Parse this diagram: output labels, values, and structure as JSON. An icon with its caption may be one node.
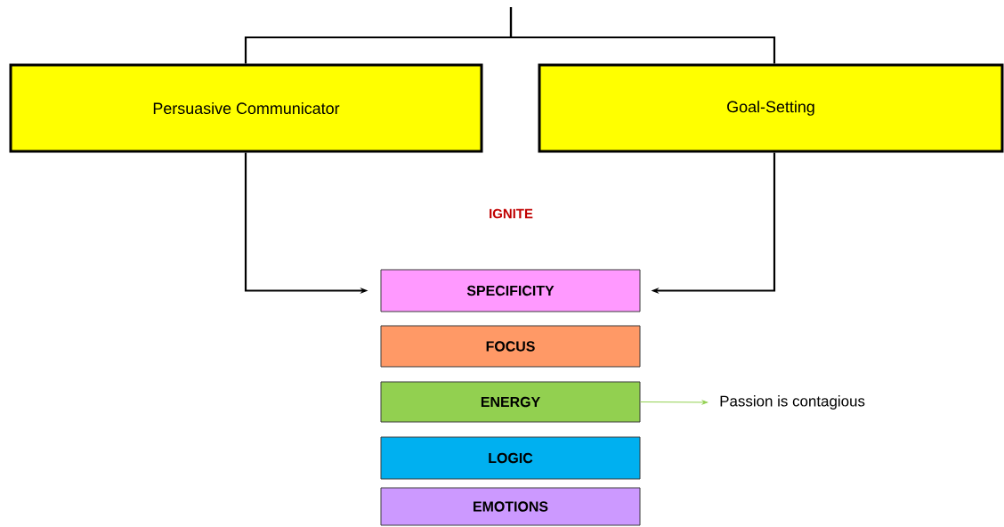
{
  "diagram": {
    "nodes": [
      {
        "text": [
          "Persuasive Communicator"
        ]
      },
      {
        "text": [
          "Goal-Setting"
        ]
      },
      {
        "text": [
          "SPECIFICITY"
        ]
      },
      {
        "text": [
          "FOCUS"
        ]
      },
      {
        "text": [
          "ENERGY"
        ]
      },
      {
        "text": [
          "LOGIC"
        ]
      },
      {
        "text": [
          "EMOTIONS"
        ]
      },
      {
        "text": [
          "Passion is contagious"
        ]
      }
    ],
    "edges": [
      {
        "from": null,
        "to": 0,
        "arrow": "none"
      },
      {
        "from": null,
        "to": 1,
        "arrow": "none"
      },
      {
        "from": 0,
        "to": 2,
        "arrow": "to"
      },
      {
        "from": 1,
        "to": 2,
        "arrow": "to"
      },
      {
        "from": 4,
        "to": 7,
        "arrow": "to",
        "color": "#92d050"
      }
    ],
    "labels": [
      "IGNITE"
    ]
  }
}
